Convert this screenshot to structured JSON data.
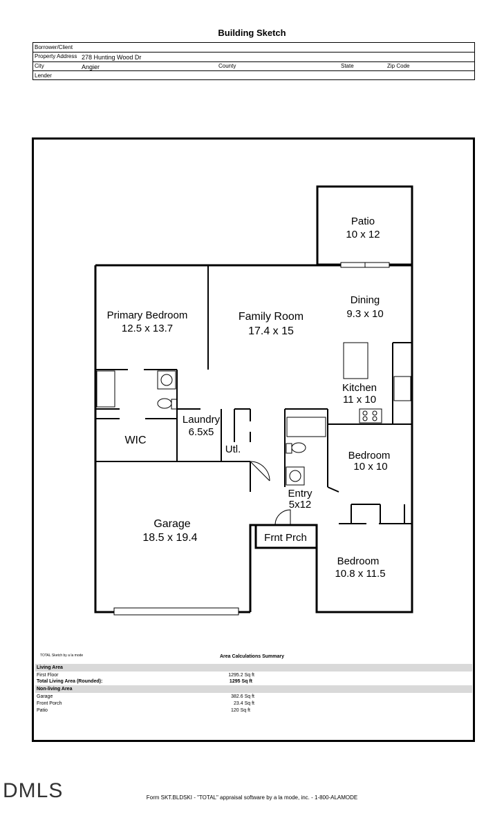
{
  "header": {
    "title": "Building Sketch",
    "borrower_label": "Borrower/Client",
    "address_label": "Property Address",
    "address_value": "278 Hunting Wood Dr",
    "city_label": "City",
    "city_value": "Angier",
    "county_label": "County",
    "state_label": "State",
    "zip_label": "Zip Code",
    "lender_label": "Lender"
  },
  "rooms": {
    "patio": {
      "name": "Patio",
      "size": "10 x 12"
    },
    "dining": {
      "name": "Dining",
      "size": "9.3 x 10"
    },
    "primary_bedroom": {
      "name": "Primary Bedroom",
      "size": "12.5 x 13.7"
    },
    "family_room": {
      "name": "Family Room",
      "size": "17.4 x 15"
    },
    "kitchen": {
      "name": "Kitchen",
      "size": "11 x 10"
    },
    "laundry": {
      "name": "Laundry",
      "size": "6.5x5"
    },
    "wic": {
      "name": "WIC"
    },
    "utl": {
      "name": "Utl."
    },
    "bedroom2": {
      "name": "Bedroom",
      "size": "10 x 10"
    },
    "entry": {
      "name": "Entry",
      "size": "5x12"
    },
    "garage": {
      "name": "Garage",
      "size": "18.5 x 19.4"
    },
    "front_porch": {
      "name": "Frnt Prch"
    },
    "bedroom3": {
      "name": "Bedroom",
      "size": "10.8 x 11.5"
    }
  },
  "area": {
    "credit": "TOTAL Sketch by a la mode",
    "title": "Area Calculations Summary",
    "living_label": "Living Area",
    "first_floor_label": "First Floor",
    "first_floor_value": "1295.2 Sq ft",
    "total_living_label": "Total Living Area (Rounded):",
    "total_living_value": "1295 Sq ft",
    "nonliving_label": "Non-living Area",
    "garage_label": "Garage",
    "garage_value": "382.6 Sq ft",
    "porch_label": "Front Porch",
    "porch_value": "23.4 Sq ft",
    "patio_label": "Patio",
    "patio_value": "120 Sq ft"
  },
  "footer": {
    "form_text": "Form SKT.BLDSKI - \"TOTAL\" appraisal software by a la mode, inc. - 1-800-ALAMODE",
    "watermark": "DMLS"
  }
}
